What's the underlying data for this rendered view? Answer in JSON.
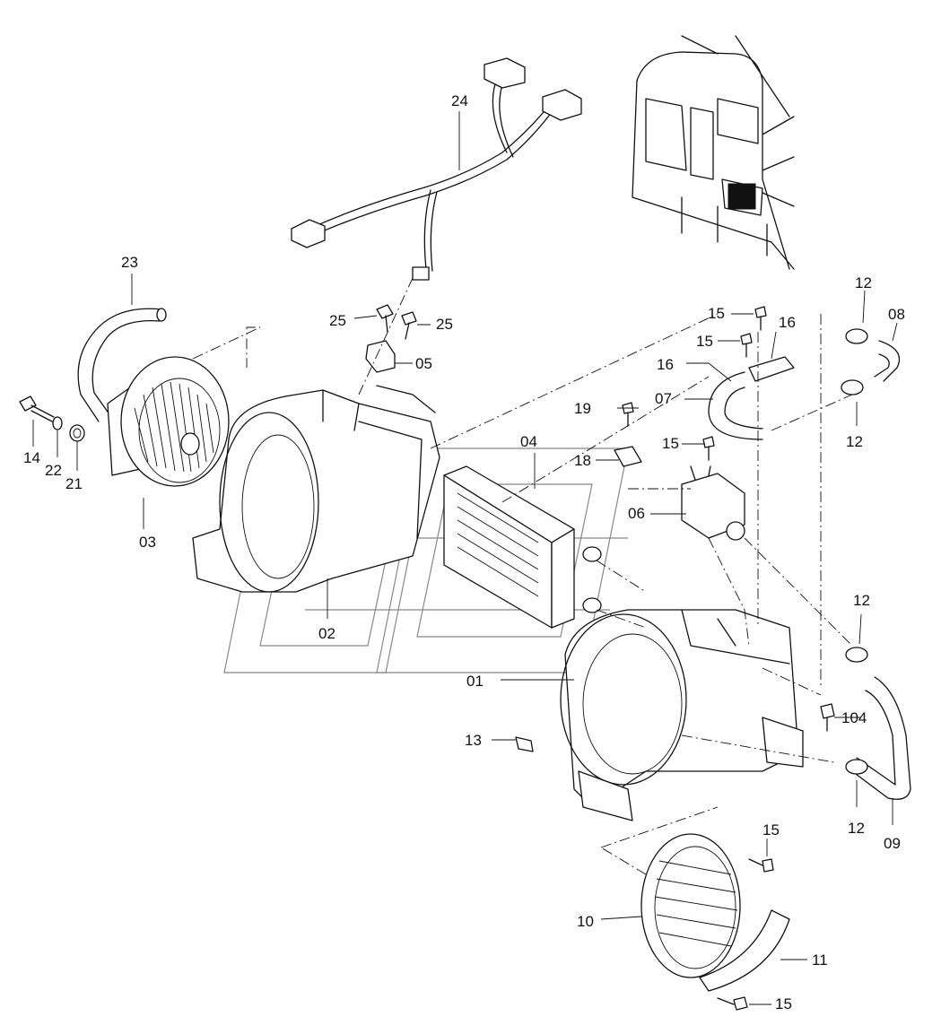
{
  "labels": {
    "p01": "01",
    "p02": "02",
    "p03": "03",
    "p04": "04",
    "p05": "05",
    "p06": "06",
    "p07": "07",
    "p08": "08",
    "p09": "09",
    "p10": "10",
    "p11": "11",
    "p12a": "12",
    "p12b": "12",
    "p12c": "12",
    "p12d": "12",
    "p13": "13",
    "p14": "14",
    "p15a": "15",
    "p15b": "15",
    "p15c": "15",
    "p15d": "15",
    "p15e": "15",
    "p16a": "16",
    "p16b": "16",
    "p18": "18",
    "p19": "19",
    "p21": "21",
    "p22": "22",
    "p23": "23",
    "p24": "24",
    "p25a": "25",
    "p25b": "25",
    "p104": "104"
  }
}
